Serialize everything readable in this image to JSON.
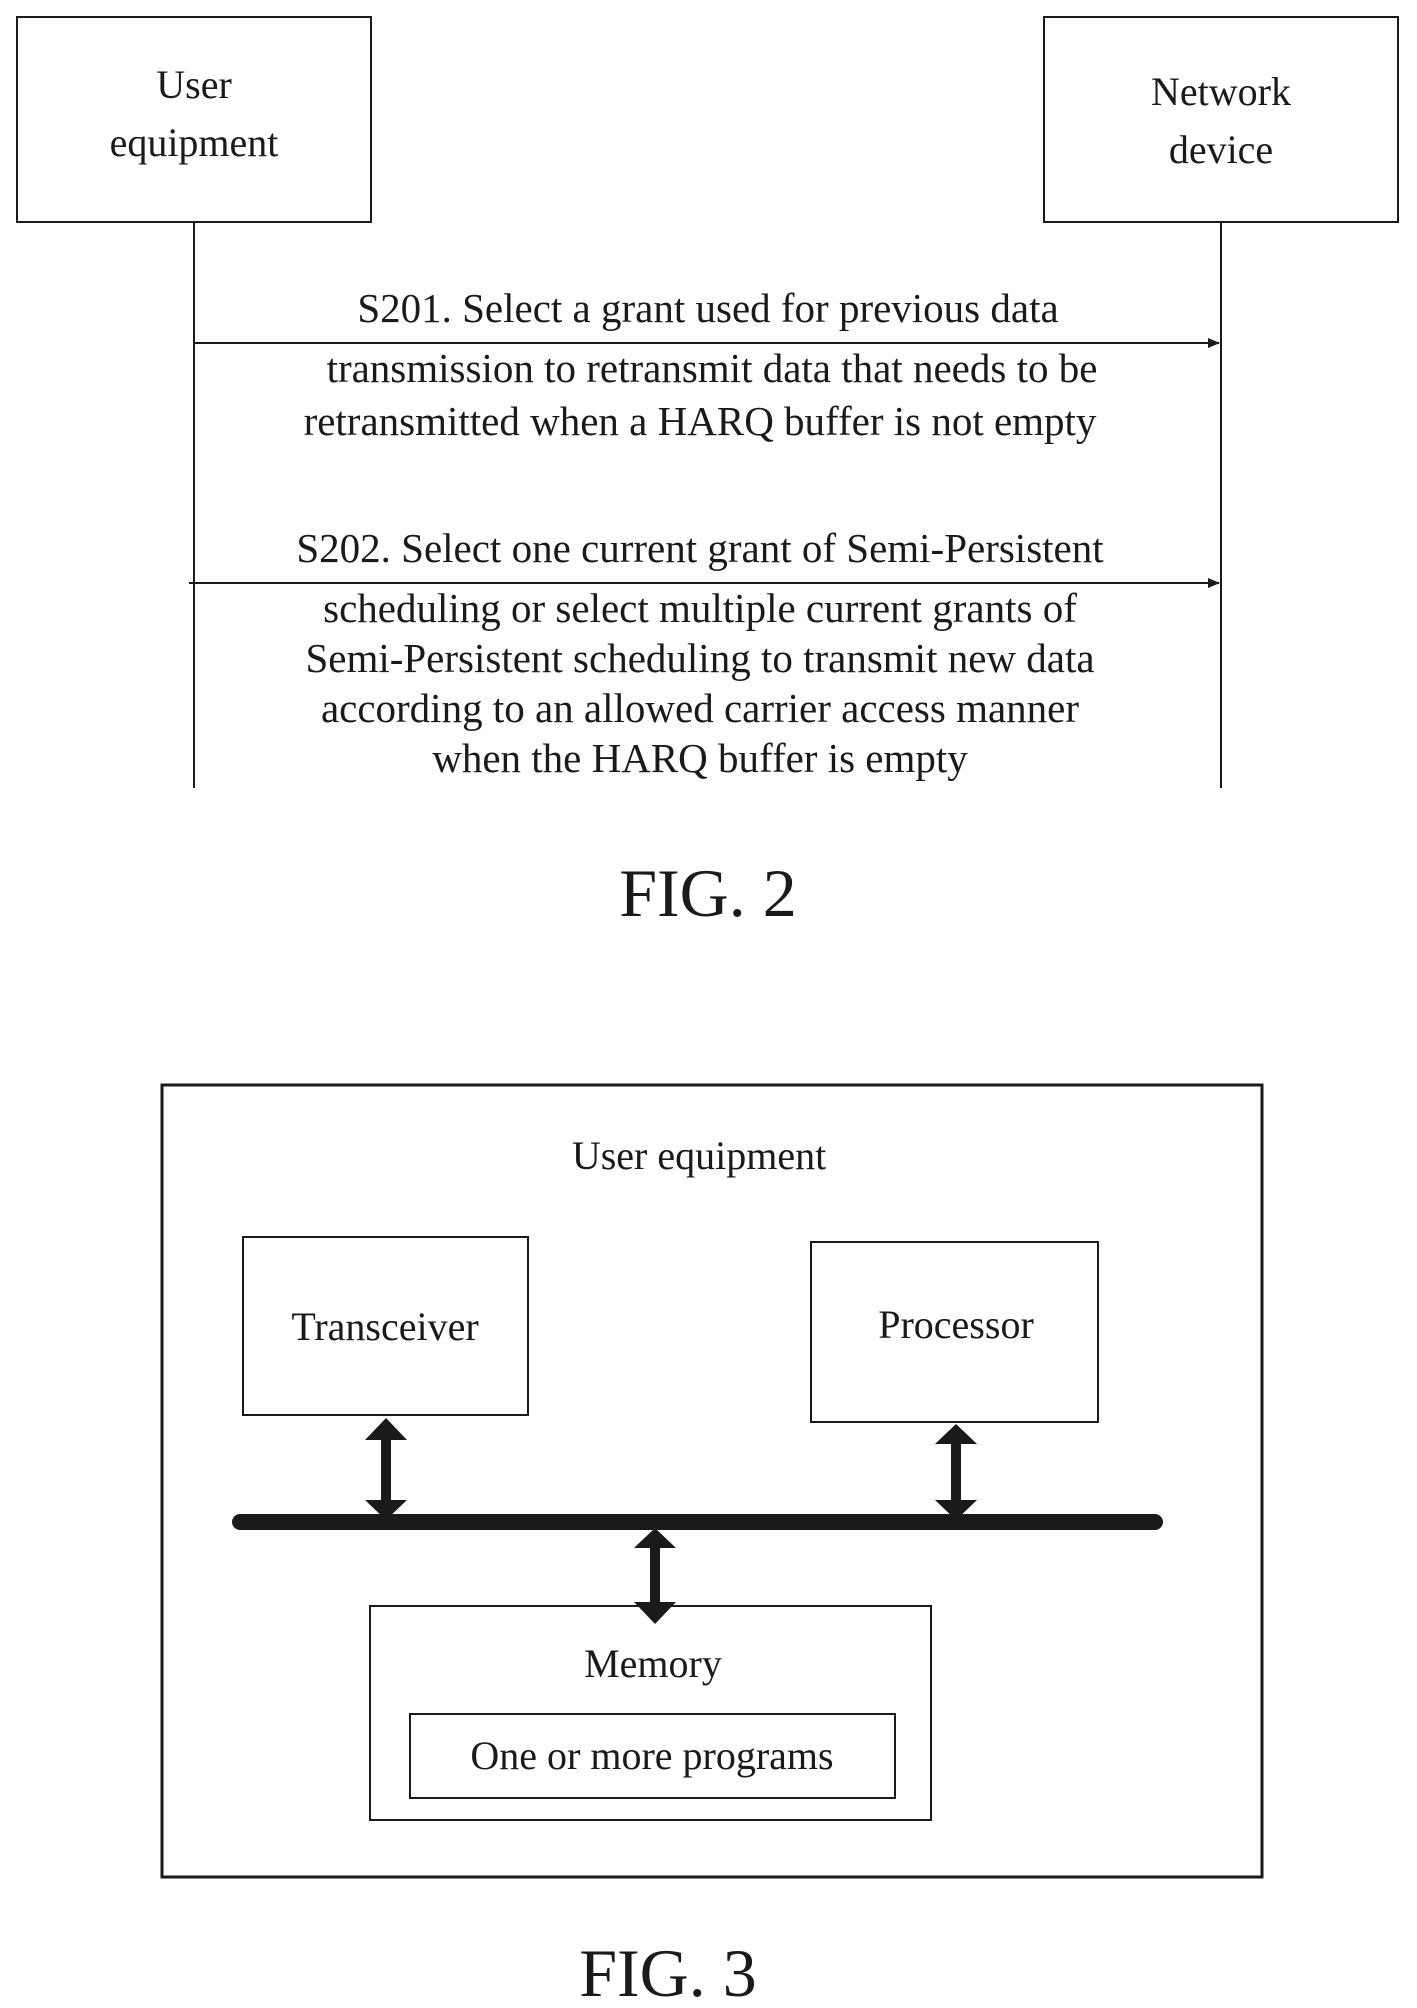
{
  "fig2": {
    "entity_left": [
      "User",
      "equipment"
    ],
    "entity_right": [
      "Network",
      "device"
    ],
    "messages": [
      {
        "lines": [
          "S201. Select a grant used for previous data",
          "transmission to retransmit data that needs to be",
          "retransmitted when a HARQ buffer is not empty"
        ]
      },
      {
        "lines": [
          "S202. Select one current grant of Semi-Persistent",
          "scheduling or select multiple current grants of",
          "Semi-Persistent scheduling to transmit new data",
          "according to an allowed carrier access manner",
          "when the HARQ buffer is empty"
        ]
      }
    ],
    "caption": "FIG. 2"
  },
  "fig3": {
    "container_label": "User equipment",
    "transceiver": "Transceiver",
    "processor": "Processor",
    "memory": "Memory",
    "programs": "One or more programs",
    "caption": "FIG. 3"
  }
}
